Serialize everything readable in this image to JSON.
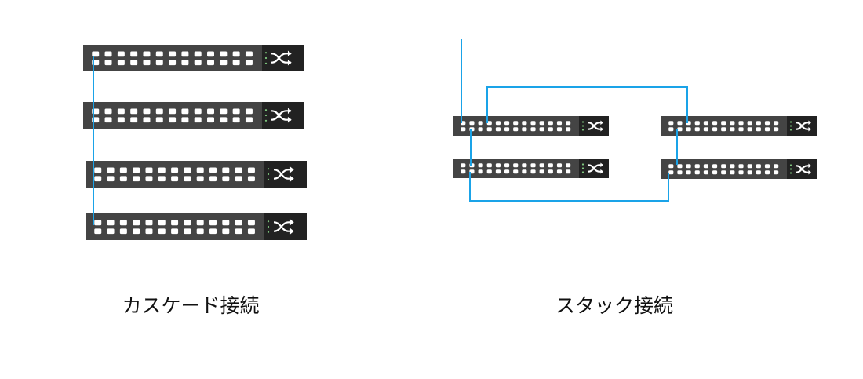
{
  "cascade": {
    "label": "カスケード接続",
    "switch_count": 4
  },
  "stack": {
    "label": "スタック接続",
    "switch_count": 4
  },
  "colors": {
    "cable": "#1aa3e8",
    "switch_body": "#444444",
    "switch_panel": "#222222",
    "port": "#ffffff",
    "led": "#7fc97f"
  },
  "icons": {
    "switch": "shuffle-icon"
  }
}
